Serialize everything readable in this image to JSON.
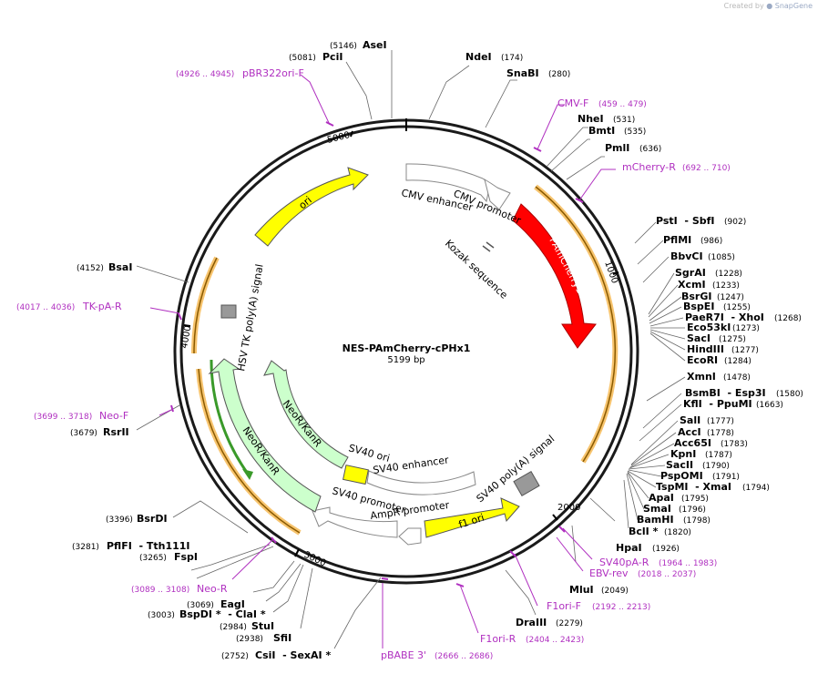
{
  "credit": {
    "prefix": "Created by",
    "brand": "SnapGene"
  },
  "plasmid": {
    "name": "NES-PAmCherry-cPHx1",
    "size_label": "5199 bp",
    "length": 5199
  },
  "ticks": [
    "1000",
    "2000",
    "3000",
    "4000",
    "5000"
  ],
  "features": [
    {
      "label": "CMV enhancer",
      "color": "#ffffff"
    },
    {
      "label": "CMV promoter",
      "color": "#ffffff"
    },
    {
      "label": "Kozak sequence",
      "color": "#ffffff"
    },
    {
      "label": "PAmCherry1",
      "color": "#ff0000"
    },
    {
      "label": "SV40 poly(A) signal",
      "color": "#999999"
    },
    {
      "label": "f1 ori",
      "color": "#ffff00"
    },
    {
      "label": "AmpR promoter",
      "color": "#ffffff"
    },
    {
      "label": "SV40 promoter",
      "color": "#ffffff"
    },
    {
      "label": "SV40 enhancer",
      "color": "#ffffff"
    },
    {
      "label": "SV40 ori",
      "color": "#ffff00"
    },
    {
      "label": "NeoR/KanR",
      "color": "#ccffcc"
    },
    {
      "label": "NeoR/KanR",
      "color": "#ccffcc"
    },
    {
      "label": "HSV TK poly(A) signal",
      "color": "#999999"
    },
    {
      "label": "ori",
      "color": "#ffff00"
    }
  ],
  "sites": [
    {
      "name": "AseI",
      "pos": "(5146)"
    },
    {
      "name": "PciI",
      "pos": "(5081)"
    },
    {
      "name": "NdeI",
      "pos": "(174)"
    },
    {
      "name": "SnaBI",
      "pos": "(280)"
    },
    {
      "name": "NheI",
      "pos": "(531)"
    },
    {
      "name": "BmtI",
      "pos": "(535)"
    },
    {
      "name": "PmlI",
      "pos": "(636)"
    },
    {
      "name": "PstI  - SbfI",
      "pos": "(902)"
    },
    {
      "name": "PflMI",
      "pos": "(986)"
    },
    {
      "name": "BbvCI",
      "pos": "(1085)"
    },
    {
      "name": "SgrAI",
      "pos": "(1228)"
    },
    {
      "name": "XcmI",
      "pos": "(1233)"
    },
    {
      "name": "BsrGI",
      "pos": "(1247)"
    },
    {
      "name": "BspEI",
      "pos": "(1255)"
    },
    {
      "name": "PaeR7I  - XhoI",
      "pos": "(1268)"
    },
    {
      "name": "Eco53kI",
      "pos": "(1273)"
    },
    {
      "name": "SacI",
      "pos": "(1275)"
    },
    {
      "name": "HindIII",
      "pos": "(1277)"
    },
    {
      "name": "EcoRI",
      "pos": "(1284)"
    },
    {
      "name": "XmnI",
      "pos": "(1478)"
    },
    {
      "name": "BsmBI  - Esp3I",
      "pos": "(1580)"
    },
    {
      "name": "KflI  - PpuMI",
      "pos": "(1663)"
    },
    {
      "name": "SalI",
      "pos": "(1777)"
    },
    {
      "name": "AccI",
      "pos": "(1778)"
    },
    {
      "name": "Acc65I",
      "pos": "(1783)"
    },
    {
      "name": "KpnI",
      "pos": "(1787)"
    },
    {
      "name": "SacII",
      "pos": "(1790)"
    },
    {
      "name": "PspOMI",
      "pos": "(1791)"
    },
    {
      "name": "TspMI  - XmaI",
      "pos": "(1794)"
    },
    {
      "name": "ApaI",
      "pos": "(1795)"
    },
    {
      "name": "SmaI",
      "pos": "(1796)"
    },
    {
      "name": "BamHI",
      "pos": "(1798)"
    },
    {
      "name": "BclI *",
      "pos": "(1820)"
    },
    {
      "name": "HpaI",
      "pos": "(1926)"
    },
    {
      "name": "MluI",
      "pos": "(2049)"
    },
    {
      "name": "DraIII",
      "pos": "(2279)"
    },
    {
      "name": "CsiI  - SexAI *",
      "pos": "(2752)"
    },
    {
      "name": "SfiI",
      "pos": "(2938)"
    },
    {
      "name": "StuI",
      "pos": "(2984)"
    },
    {
      "name": "BspDI *  - ClaI *",
      "pos": "(3003)"
    },
    {
      "name": "EagI",
      "pos": "(3069)"
    },
    {
      "name": "FspI",
      "pos": "(3265)"
    },
    {
      "name": "PflFI  - Tth111I",
      "pos": "(3281)"
    },
    {
      "name": "BsrDI",
      "pos": "(3396)"
    },
    {
      "name": "RsrII",
      "pos": "(3679)"
    },
    {
      "name": "BsaI",
      "pos": "(4152)"
    }
  ],
  "primers": [
    {
      "name": "pBR322ori-F",
      "pos": "(4926 .. 4945)"
    },
    {
      "name": "CMV-F",
      "pos": "(459 .. 479)"
    },
    {
      "name": "mCherry-R",
      "pos": "(692 .. 710)"
    },
    {
      "name": "SV40pA-R",
      "pos": "(1964 .. 1983)"
    },
    {
      "name": "EBV-rev",
      "pos": "(2018 .. 2037)"
    },
    {
      "name": "F1ori-F",
      "pos": "(2192 .. 2213)"
    },
    {
      "name": "F1ori-R",
      "pos": "(2404 .. 2423)"
    },
    {
      "name": "pBABE 3'",
      "pos": "(2666 .. 2686)"
    },
    {
      "name": "Neo-R",
      "pos": "(3089 .. 3108)"
    },
    {
      "name": "Neo-F",
      "pos": "(3699 .. 3718)"
    },
    {
      "name": "TK-pA-R",
      "pos": "(4017 .. 4036)"
    }
  ]
}
